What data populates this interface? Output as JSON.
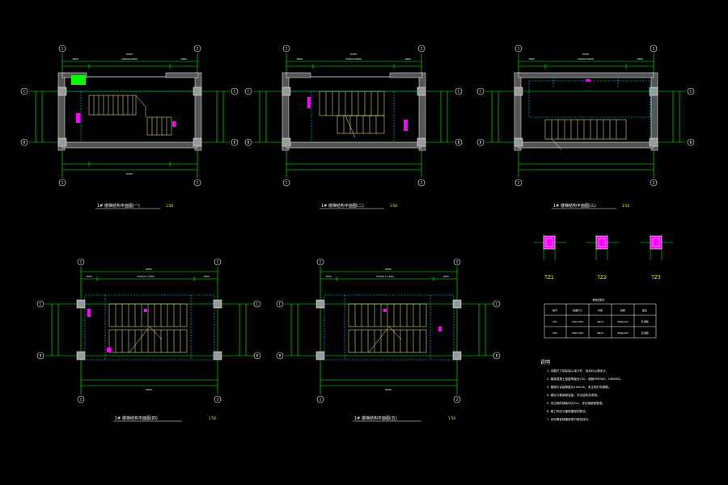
{
  "colors": {
    "background": "#000000",
    "wall": "#ffffff",
    "dimension": "#00ff00",
    "grid": "#00ff00",
    "stair": "#ffff99",
    "beam": "#00ccff",
    "annotation": "#ff00ff",
    "column": "#9a9a9a",
    "title": "#ffffff",
    "scale": "#ffff00"
  },
  "plans": [
    {
      "title": "1# 楼梯结构平面图(一)",
      "scale": "1:50",
      "grid_left": [
        "C",
        "B"
      ],
      "grid_right": [
        "C",
        "B"
      ],
      "grid_top": [
        "1",
        "2"
      ],
      "grid_bottom": [
        "1",
        "2"
      ],
      "dim_top": [
        "1800",
        "2400(4×600)",
        "1800"
      ],
      "dim_total": "6000"
    },
    {
      "title": "1# 楼梯结构平面图(二)",
      "scale": "1:50",
      "grid_left": [
        "C",
        "B"
      ],
      "grid_right": [
        "C",
        "B"
      ],
      "grid_top": [
        "1",
        "2"
      ],
      "grid_bottom": [
        "1",
        "2"
      ],
      "dim_top": [
        "1800",
        "2400(4×600)",
        "1800"
      ],
      "dim_total": "6000"
    },
    {
      "title": "1# 楼梯结构平面图(三)",
      "scale": "1:50",
      "grid_left": [
        "C",
        "B"
      ],
      "grid_right": [
        "C",
        "B"
      ],
      "grid_top": [
        "1",
        "2"
      ],
      "grid_bottom": [
        "1",
        "2"
      ],
      "dim_top": [
        "1800",
        "2400(4×600)",
        "1800"
      ],
      "dim_total": "6000"
    },
    {
      "title": "1# 楼梯结构平面图(四)",
      "scale": "1:50",
      "grid_left": [
        "C",
        "B"
      ],
      "grid_right": [
        "C",
        "B"
      ],
      "grid_top": [
        "1",
        "2"
      ],
      "grid_bottom": [
        "1",
        "2"
      ],
      "dim_top": [
        "1800",
        "3300(11×300)",
        "1800"
      ],
      "dim_total": "6900"
    },
    {
      "title": "1# 楼梯结构平面图(五)",
      "scale": "1:50",
      "grid_left": [
        "C",
        "B"
      ],
      "grid_right": [
        "C",
        "B"
      ],
      "grid_top": [
        "1",
        "2"
      ],
      "grid_bottom": [
        "1",
        "2"
      ],
      "dim_top": [
        "1800",
        "3300(11×300)",
        "1800"
      ],
      "dim_total": "6900"
    }
  ],
  "sections": [
    {
      "label": "TZ1"
    },
    {
      "label": "TZ2"
    },
    {
      "label": "TZ3"
    }
  ],
  "table": {
    "title": "梯柱配筋表",
    "headers": [
      "编号",
      "截面尺寸",
      "纵筋",
      "箍筋",
      "备注"
    ],
    "rows": [
      [
        "TZ1",
        "200×300",
        "4Φ14",
        "Φ8@100",
        "见详图"
      ],
      [
        "TZ2",
        "200×300",
        "4Φ14",
        "Φ8@100",
        "见详图"
      ]
    ]
  },
  "notes": {
    "title": "说明",
    "lines": [
      "1. 本图尺寸除标高以米计外，其余均以毫米计。",
      "2. 楼梯混凝土强度等级为C30，钢筋HPB300、HRB400。",
      "3. 楼梯平台板厚度为100mm，未注明分布钢筋。",
      "4. 梯柱与框架梁连接，详见结构总说明。",
      "5. 未注明的梯梁均为TL1，详见梯梁配筋表。",
      "6. 施工时应与建筑图密切配合。",
      "7. 未尽事宜按国家现行规范执行。"
    ]
  }
}
